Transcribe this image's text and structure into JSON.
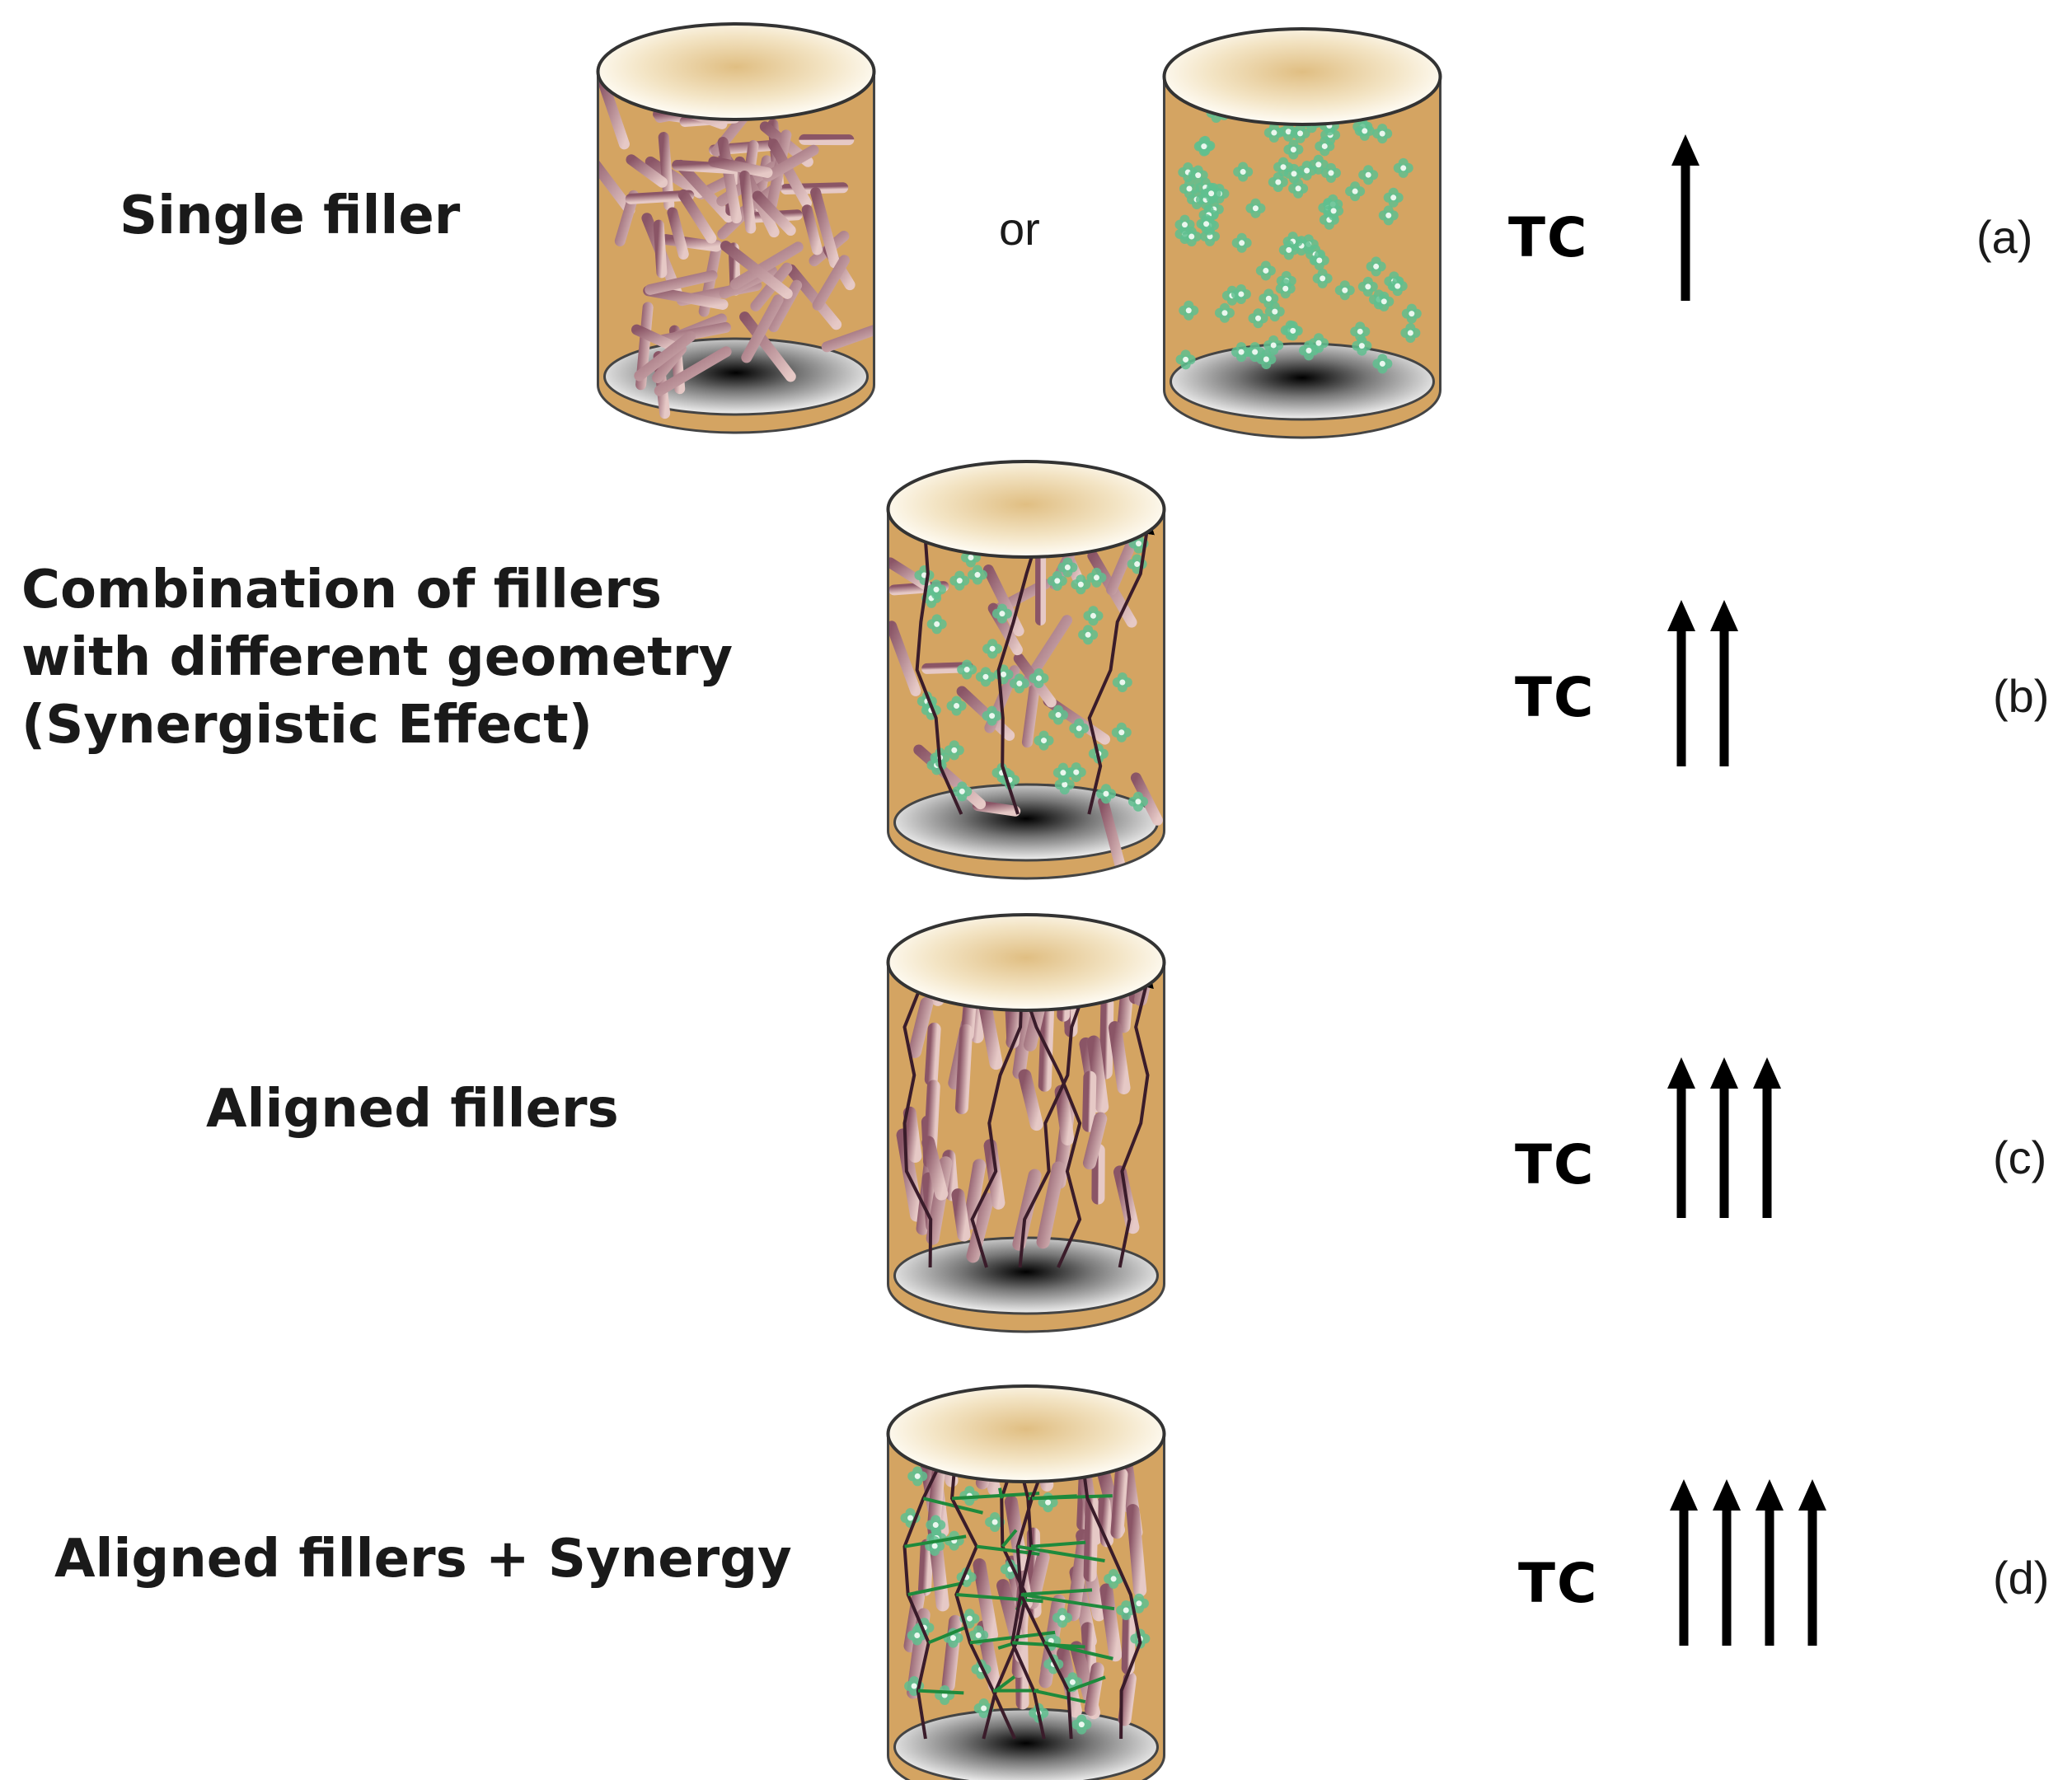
{
  "rows": [
    {
      "id": "a",
      "label_lines": [
        "Single filler"
      ],
      "tc": "TC",
      "arrows": 1,
      "tag": "(a)"
    },
    {
      "id": "b",
      "label_lines": [
        "Combination of fillers",
        "with different geometry",
        "(Synergistic Effect)"
      ],
      "tc": "TC",
      "arrows": 2,
      "tag": "(b)"
    },
    {
      "id": "c",
      "label_lines": [
        "Aligned fillers"
      ],
      "tc": "TC",
      "arrows": 3,
      "tag": "(c)"
    },
    {
      "id": "d",
      "label_lines": [
        "Aligned fillers + Synergy"
      ],
      "tc": "TC",
      "arrows": 4,
      "tag": "(d)"
    }
  ],
  "or_text": "or",
  "colors": {
    "matrix": "#d4a462",
    "rod_filler": "#9c6b78",
    "particle_filler": "#5fbf8f",
    "path_dark": "#3a1c2a",
    "path_green": "#1e8a3c",
    "arrow": "#000000"
  }
}
